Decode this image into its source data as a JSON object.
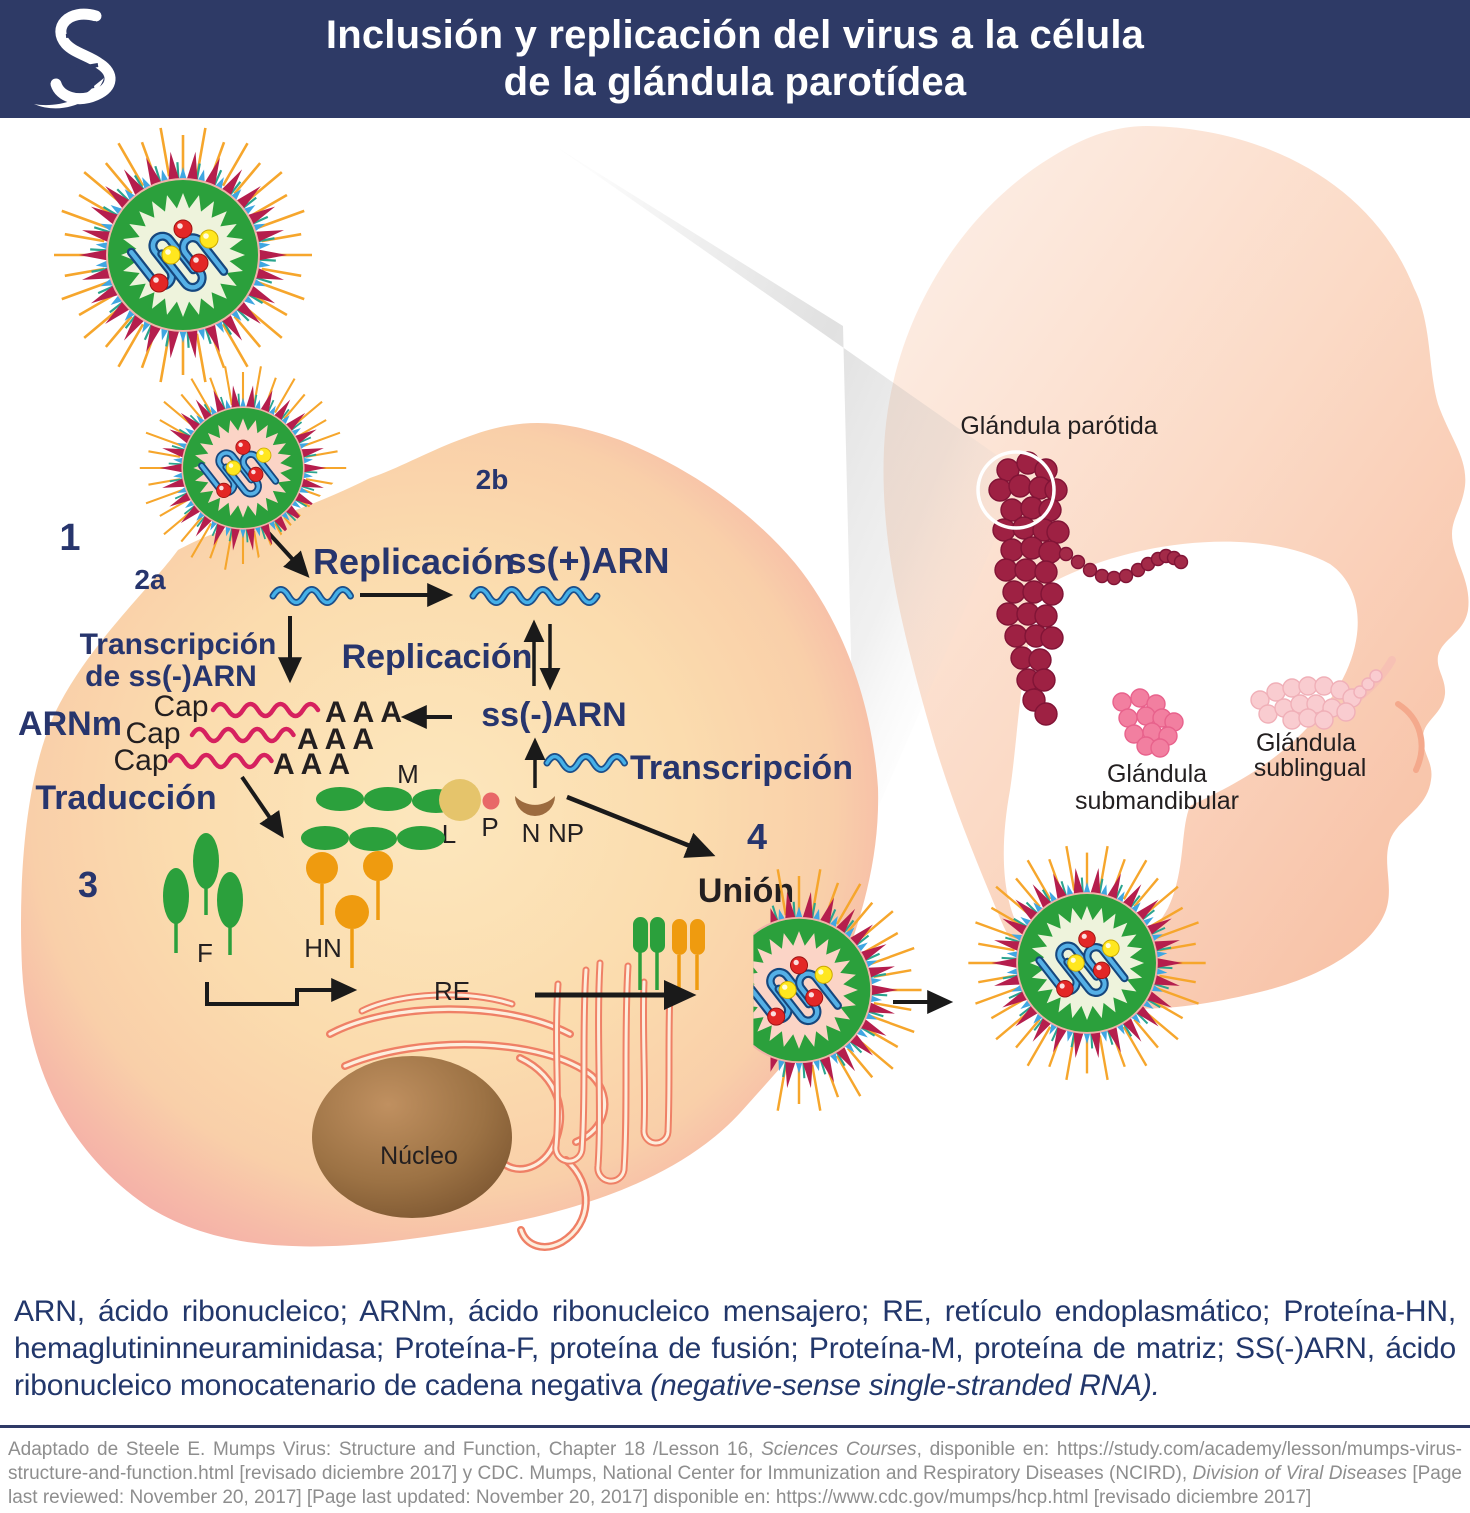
{
  "header": {
    "title_line1": "Inclusión y replicación del virus a la célula",
    "title_line2": "de la glándula parotídea",
    "logo_icon": "dna-helix-icon"
  },
  "diagram": {
    "steps": {
      "s1": "1",
      "s2a": "2a",
      "s2b": "2b",
      "s3": "3",
      "s4": "4"
    },
    "labels": {
      "replicacion_top": "Replicación",
      "ss_plus_arn": "ss(+)ARN",
      "transcripcion_l1": "Transcripción",
      "transcripcion_l2": "de ss(-)ARN",
      "replicacion_mid": "Replicación",
      "arnm": "ARNm",
      "cap": "Cap",
      "aaa": "AAA",
      "ss_minus_arn": "ss(-)ARN",
      "transcripcion_right": "Transcripción",
      "traduccion": "Traducción",
      "union": "Unión",
      "nucleo": "Núcleo",
      "re": "RE",
      "m": "M",
      "l": "L",
      "p": "P",
      "n": "N",
      "np": "NP",
      "f": "F",
      "hn": "HN"
    },
    "anatomy": {
      "parotid": "Glándula parótida",
      "submandibular_l1": "Glándula",
      "submandibular_l2": "submandibular",
      "sublingual_l1": "Glándula",
      "sublingual_l2": "sublingual"
    },
    "colors": {
      "header_navy": "#2e3a66",
      "navy_text": "#27356d",
      "cell_center": "#fce7bd",
      "cell_rim": "#f4aea8",
      "rna_blue": "#45b0e8",
      "mrna_magenta": "#d6215f",
      "protein_green": "#2ba03c",
      "protein_orange": "#ef9b0f",
      "spike_crimson": "#b51e4d",
      "spike_orange": "#f6a62c",
      "nucleus_brown": "#9c7244",
      "er_salmon": "#ef8066",
      "parotid_red": "#9e2143",
      "submandibular_pink": "#f27fa0",
      "sublingual_pink": "#f9ccd0"
    }
  },
  "definitions": {
    "main": "ARN, ácido ribonucleico; ARNm, ácido ribonucleico mensajero; RE, retículo endoplasmático; Proteína-HN, hemaglutininneuraminidasa; Proteína-F, proteína de fusión; Proteína-M, proteína de matriz; SS(-)ARN, ácido ribonucleico monocatenario de cadena negativa ",
    "italic": "(negative-sense single-stranded RNA)."
  },
  "footer": {
    "part1": "Adaptado de Steele E. Mumps Virus: Structure and Function, Chapter 18 /Lesson 16, ",
    "italic1": "Sciences Courses",
    "part2": ", disponible en: https://study.com/academy/lesson/mumps-virus-structure-and-function.html [revisado diciembre 2017] y CDC. Mumps, National Center for Immunization and Respiratory Diseases (NCIRD), ",
    "italic2": "Division of Viral Diseases",
    "part3": " [Page last reviewed: November 20, 2017] [Page last updated: November 20, 2017] disponible en: https://www.cdc.gov/mumps/hcp.html [revisado diciembre 2017]"
  }
}
